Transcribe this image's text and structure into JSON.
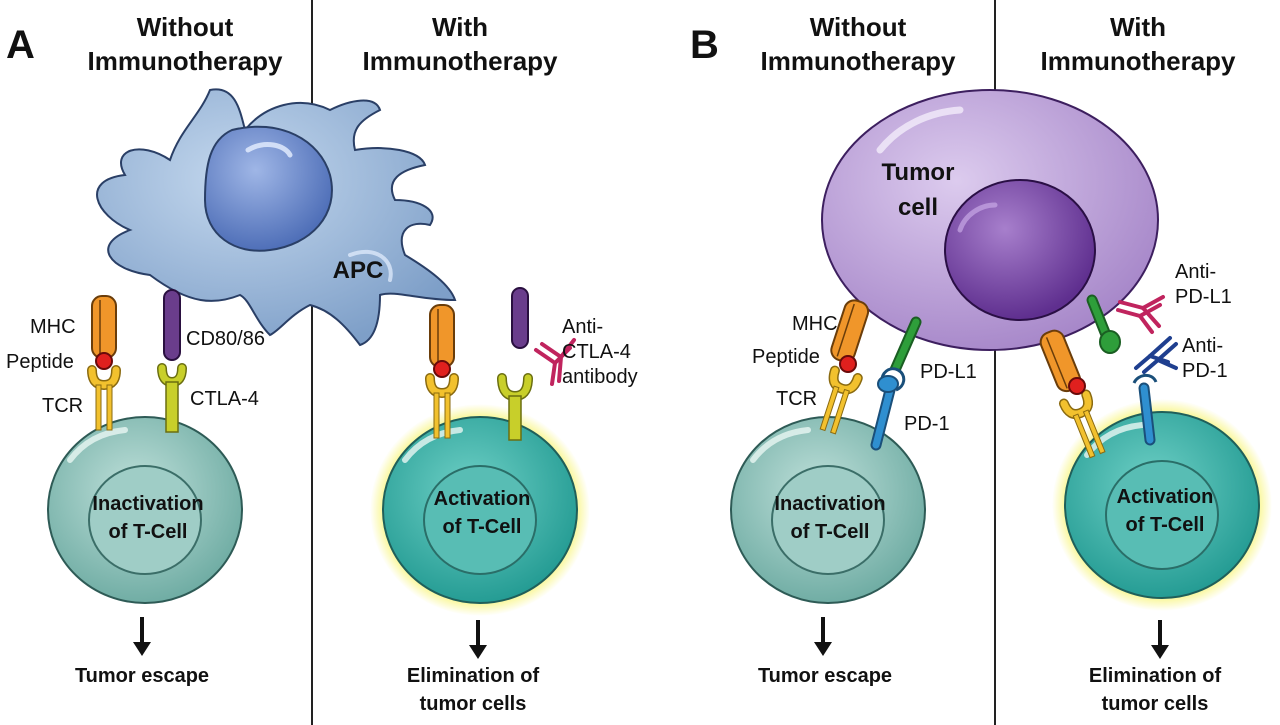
{
  "panel_a": {
    "letter": "A",
    "left_header": [
      "Without",
      "Immunotherapy"
    ],
    "right_header": [
      "With",
      "Immunotherapy"
    ],
    "apc_label": "APC",
    "labels": {
      "mhc": "MHC",
      "peptide": "Peptide",
      "tcr": "TCR",
      "cd80": "CD80/86",
      "ctla4": "CTLA-4",
      "antibody": [
        "Anti-",
        "CTLA-4",
        "antibody"
      ]
    },
    "left_cell": [
      "Inactivation",
      "of T-Cell"
    ],
    "right_cell": [
      "Activation",
      "of T-Cell"
    ],
    "left_outcome": [
      "Tumor escape"
    ],
    "right_outcome": [
      "Elimination of",
      "tumor cells"
    ]
  },
  "panel_b": {
    "letter": "B",
    "left_header": [
      "Without",
      "Immunotherapy"
    ],
    "right_header": [
      "With",
      "Immunotherapy"
    ],
    "tumor_label": [
      "Tumor",
      "cell"
    ],
    "labels": {
      "mhc": "MHC",
      "peptide": "Peptide",
      "tcr": "TCR",
      "pdl1": "PD-L1",
      "pd1": "PD-1",
      "anti_pdl1": [
        "Anti-",
        "PD-L1"
      ],
      "anti_pd1": [
        "Anti-",
        "PD-1"
      ]
    },
    "left_cell": [
      "Inactivation",
      "of T-Cell"
    ],
    "right_cell": [
      "Activation",
      "of T-Cell"
    ],
    "left_outcome": [
      "Tumor escape"
    ],
    "right_outcome": [
      "Elimination of",
      "tumor cells"
    ]
  },
  "colors": {
    "apc": "#8fb0d4",
    "apc_nucleus": "#5f83c4",
    "tumor": "#b79bd4",
    "tumor_nucleus": "#7a4aa8",
    "tcell": "#77b9b0",
    "tcell_active": "#34a8a0",
    "glow": "#f3f04a",
    "mhc": "#f0962a",
    "peptide": "#e0201e",
    "tcr": "#f2c12e",
    "cd80": "#6a3d8c",
    "ctla4": "#c8cf2a",
    "anti_ctla4": "#c0245e",
    "pdl1": "#2e9e3a",
    "pd1": "#2f8fd0",
    "anti_pdl1": "#c0245e",
    "anti_pd1": "#1f3f8f"
  }
}
